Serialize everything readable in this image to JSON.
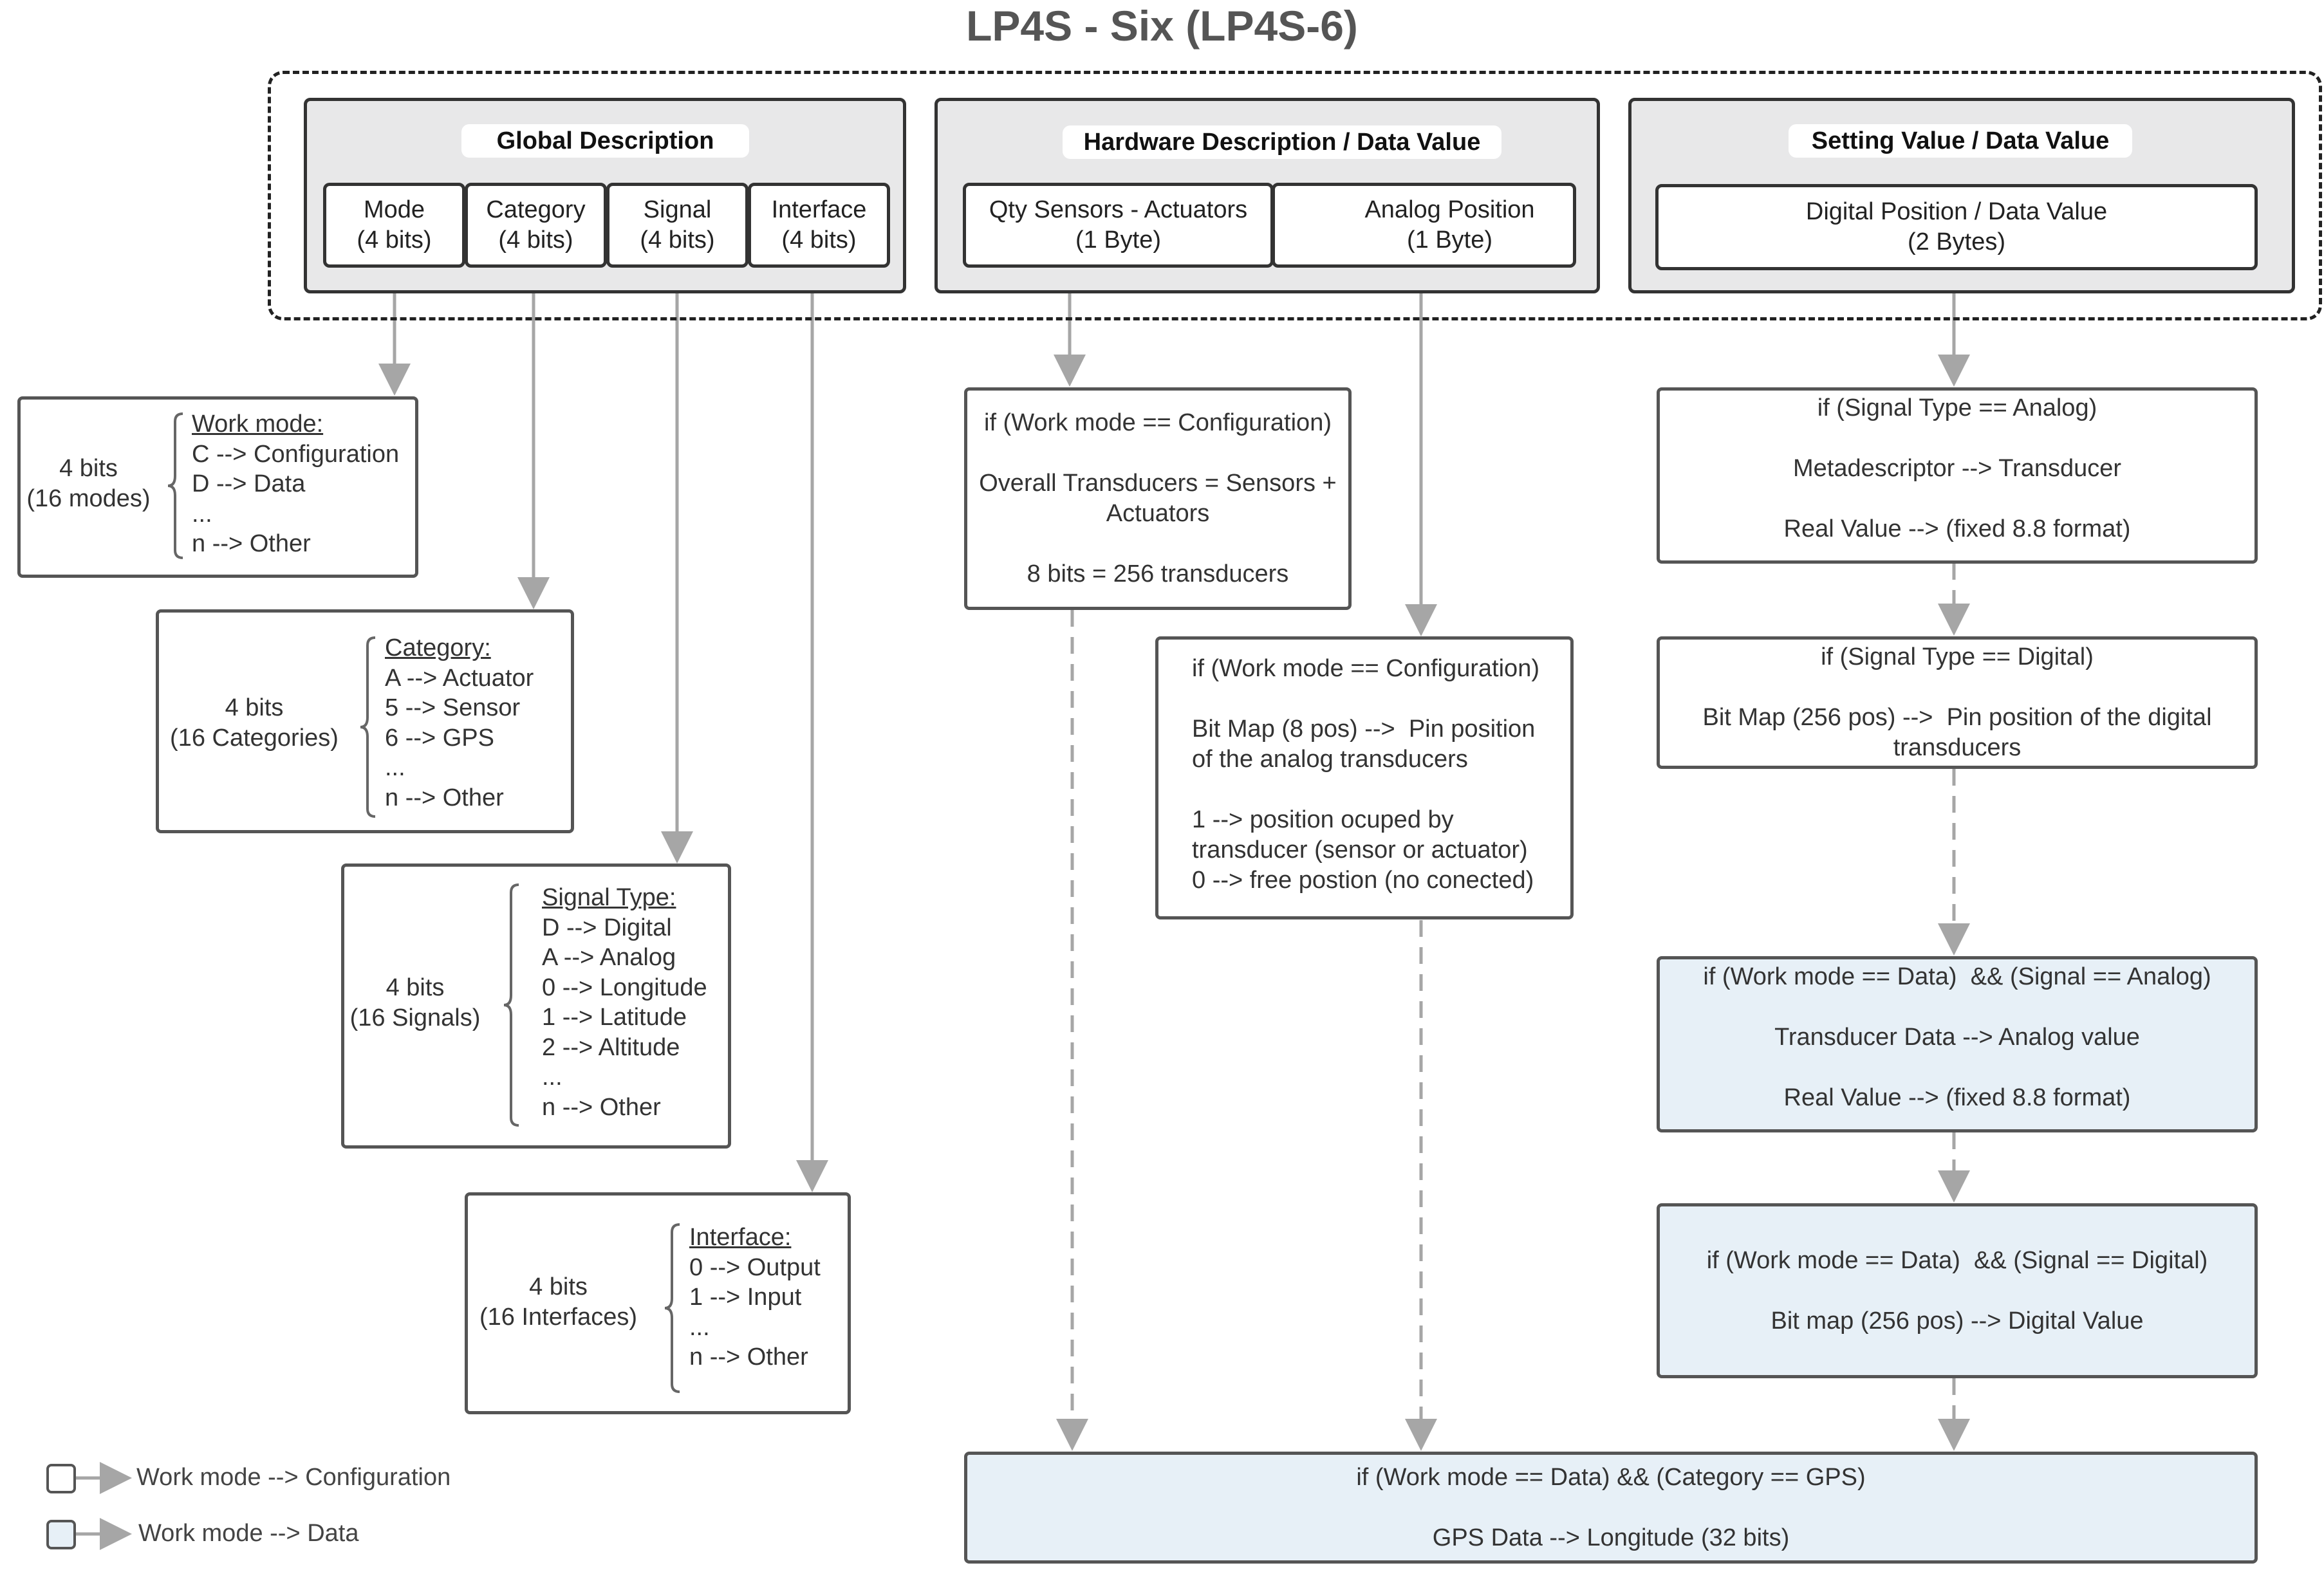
{
  "title": "LP4S - Six  (LP4S-6)",
  "global": {
    "heading": "Global Description",
    "fields": [
      {
        "name": "Mode",
        "size": "(4 bits)"
      },
      {
        "name": "Category",
        "size": "(4 bits)"
      },
      {
        "name": "Signal",
        "size": "(4 bits)"
      },
      {
        "name": "Interface",
        "size": "(4 bits)"
      }
    ]
  },
  "hardware": {
    "heading": "Hardware Description / Data Value",
    "fields": [
      {
        "name": "Qty Sensors - Actuators",
        "size": "(1 Byte)"
      },
      {
        "name": "Analog Position",
        "size": "(1 Byte)"
      }
    ]
  },
  "setting": {
    "heading": "Setting Value / Data Value",
    "fields": [
      {
        "name": "Digital Position / Data Value",
        "size": "(2 Bytes)"
      }
    ]
  },
  "enums": {
    "mode": {
      "bits": "4 bits",
      "count": "(16 modes)",
      "heading": "Work mode:",
      "items": [
        "C --> Configuration",
        "D --> Data",
        "...",
        "n --> Other"
      ]
    },
    "category": {
      "bits": "4 bits",
      "count": "(16 Categories)",
      "heading": "Category:",
      "items": [
        "A --> Actuator",
        "5 --> Sensor",
        "6 --> GPS",
        "...",
        "n --> Other"
      ]
    },
    "signal": {
      "bits": "4 bits",
      "count": "(16 Signals)",
      "heading": "Signal Type:",
      "items": [
        "D --> Digital",
        "A --> Analog",
        "0 --> Longitude",
        "1 --> Latitude",
        "2 --> Altitude",
        "...",
        "n --> Other"
      ]
    },
    "interface": {
      "bits": "4 bits",
      "count": "(16 Interfaces)",
      "heading": "Interface:",
      "items": [
        "0 --> Output",
        "1 --> Input",
        "...",
        "n --> Other"
      ]
    }
  },
  "boxes": {
    "qty_config": [
      "if (Work mode == Configuration)",
      "",
      "Overall Transducers = Sensors +",
      "Actuators",
      "",
      "8 bits = 256 transducers"
    ],
    "analog_config": [
      "if (Work mode == Configuration)",
      "",
      "Bit Map (8 pos) -->  Pin position",
      "of the analog transducers",
      "",
      "1 --> position ocuped by",
      "transducer (sensor or actuator)",
      "0 --> free postion (no conected)"
    ],
    "signal_analog": [
      "if (Signal Type == Analog)",
      "",
      "Metadescriptor --> Transducer",
      "",
      "Real Value --> (fixed 8.8 format)"
    ],
    "signal_digital": [
      "if (Signal Type == Digital)",
      "",
      "Bit Map (256 pos) -->  Pin position of the digital",
      "transducers"
    ],
    "data_analog": [
      "if (Work mode == Data)  && (Signal == Analog)",
      "",
      "Transducer Data --> Analog value",
      "",
      "Real Value --> (fixed 8.8 format)"
    ],
    "data_digital": [
      "if (Work mode == Data)  && (Signal == Digital)",
      "",
      "Bit map (256 pos) --> Digital Value"
    ],
    "gps": [
      "if (Work mode == Data) && (Category == GPS)",
      "",
      "GPS Data --> Longitude (32 bits)"
    ]
  },
  "legend": [
    {
      "label": "Work mode --> Configuration",
      "fill": "#ffffff"
    },
    {
      "label": "Work mode --> Data",
      "fill": "#e7f0f7"
    }
  ],
  "colors": {
    "config_fill": "#ffffff",
    "data_fill": "#e7f0f7",
    "panel_fill": "#e8e8e9",
    "arrow": "#a6a6a6",
    "border": "#555555"
  }
}
